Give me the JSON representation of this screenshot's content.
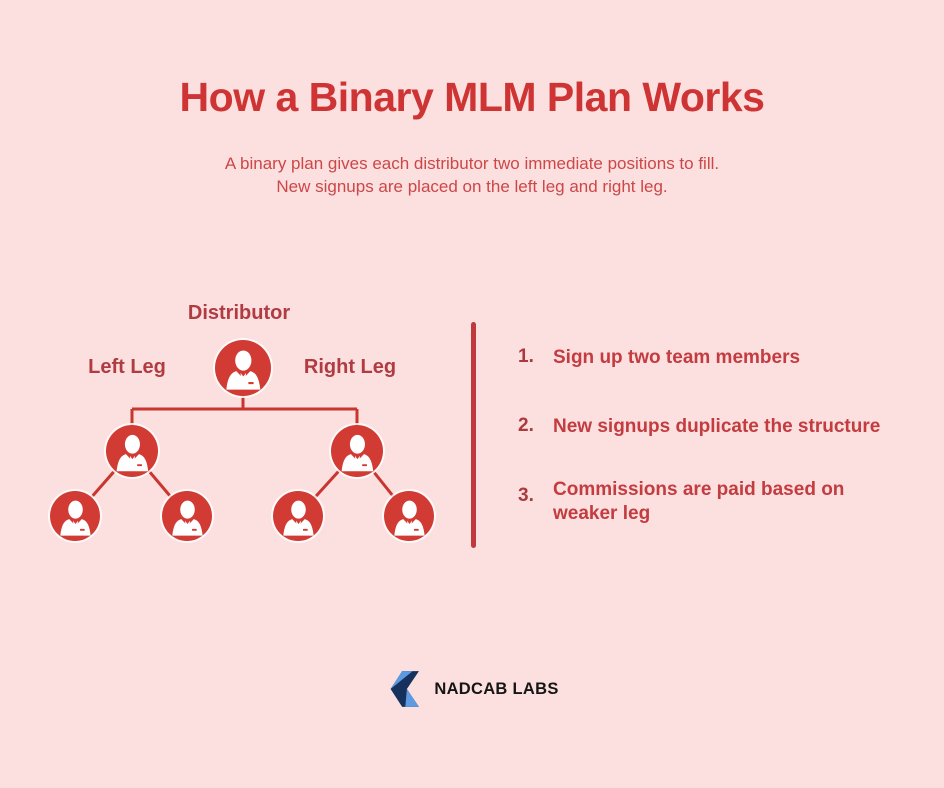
{
  "header": {
    "title": "How a Binary MLM Plan Works",
    "subtitle_line1": "A binary plan gives each distributor two immediate positions to fill.",
    "subtitle_line2": "New signups are placed on the left leg and right leg."
  },
  "diagram": {
    "root_label": "Distributor",
    "left_leg_label": "Left Leg",
    "right_leg_label": "Right Leg",
    "node_icon": "businessperson-icon"
  },
  "steps": {
    "items": [
      {
        "number": "1.",
        "text": "Sign up two team members"
      },
      {
        "number": "2.",
        "text": "New signups duplicate the structure"
      },
      {
        "number": "3.",
        "text": "Commissions are paid based on weaker leg"
      }
    ]
  },
  "footer": {
    "brand": "NADCAB LABS",
    "logo_icon": "nadcab-cube-icon"
  },
  "colors": {
    "background": "#fcdfdf",
    "title_red": "#cf3435",
    "subtitle_red": "#cc4747",
    "label_red": "#b03c42",
    "list_text_red": "#c23c40",
    "node_red": "#d23b33",
    "connector_red": "#c9352f",
    "divider_red": "#bf3a3c",
    "logo_navy": "#16315d",
    "logo_blue": "#5d9ae1",
    "logo_text_black": "#151515"
  }
}
